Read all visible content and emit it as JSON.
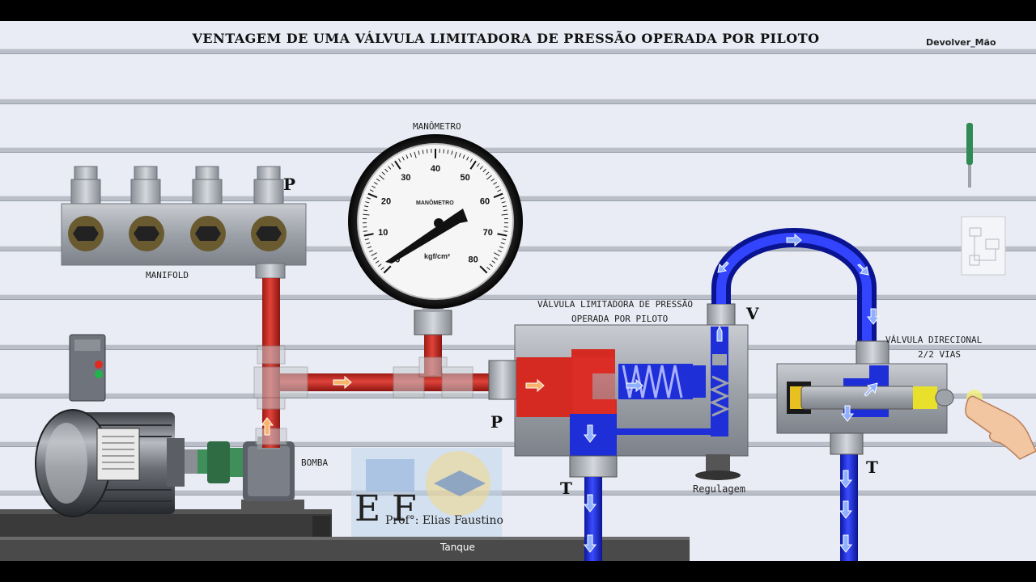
{
  "title": "VENTAGEM DE UMA VÁLVULA LIMITADORA DE PRESSÃO OPERADA POR PILOTO",
  "devolver_label": "Devolver_Mão",
  "manometer": {
    "label": "MANÔMETRO",
    "face_label": "MANÔMETRO",
    "unit": "kgf/cm²",
    "ticks": [
      "0",
      "10",
      "20",
      "30",
      "40",
      "50",
      "60",
      "70",
      "80"
    ]
  },
  "labels": {
    "manifold": "MANIFOLD",
    "bomba": "BOMBA",
    "tanque": "Tanque",
    "regulagem": "Regulagem",
    "relief_valve_line1": "VÁLVULA LIMITADORA DE PRESSÃO",
    "relief_valve_line2": "OPERADA POR PILOTO",
    "directional_line1": "VÁLVULA DIRECIONAL",
    "directional_line2": "2/2 VIAS",
    "p_manifold": "P",
    "p_valve": "P",
    "v_port": "V",
    "t_relief": "T",
    "t_directional": "T"
  },
  "logo": {
    "letters": "E F",
    "author": "Prof°: Elias Faustino"
  },
  "colors": {
    "pressure": "#d42a22",
    "tank": "#1e2fd8",
    "steel": "#9ea3aa",
    "background": "#e9ecf4"
  },
  "icons": [
    "screwdriver-icon",
    "schematic-thumbnail-icon",
    "pointing-hand-icon",
    "arrow-right-icon",
    "arrow-down-icon",
    "arrow-up-icon"
  ]
}
